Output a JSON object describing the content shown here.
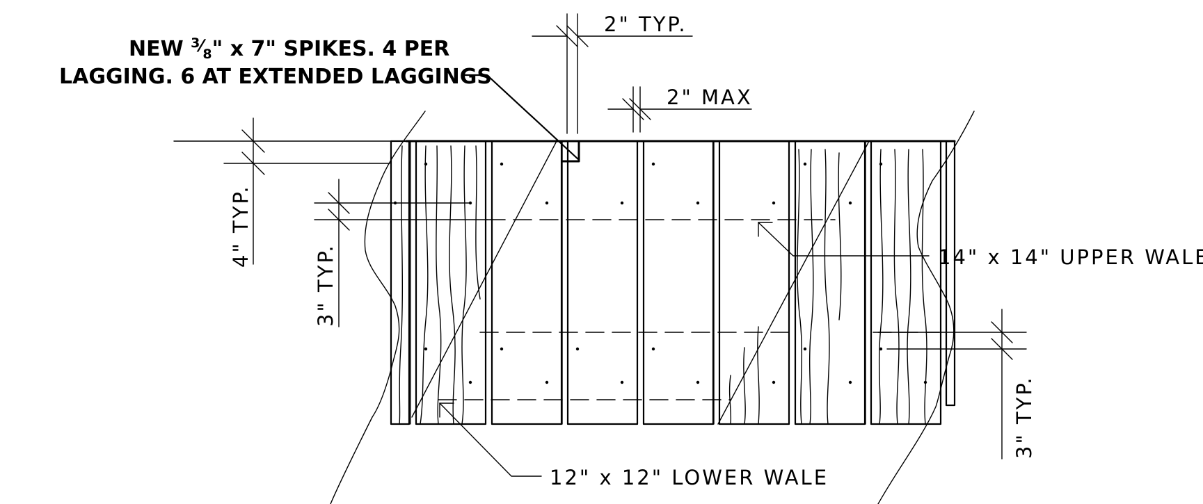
{
  "labels": {
    "spikes_pre": "NEW ",
    "spikes_frac_num": "3",
    "spikes_frac_den": "8",
    "spikes_post": "\" x 7\" SPIKES. 4 PER",
    "spikes_line2": "LAGGING. 6 AT EXTENDED LAGGINGS",
    "gap_typ": "2\" TYP.",
    "gap_max": "2\" MAX",
    "upper_wale": "14\" x 14\" UPPER WALE",
    "lower_wale": "12\" x 12\" LOWER WALE",
    "dim_4_typ": "4\" TYP.",
    "dim_3_typ_left": "3\" TYP.",
    "dim_3_typ_right": "3\" TYP."
  }
}
